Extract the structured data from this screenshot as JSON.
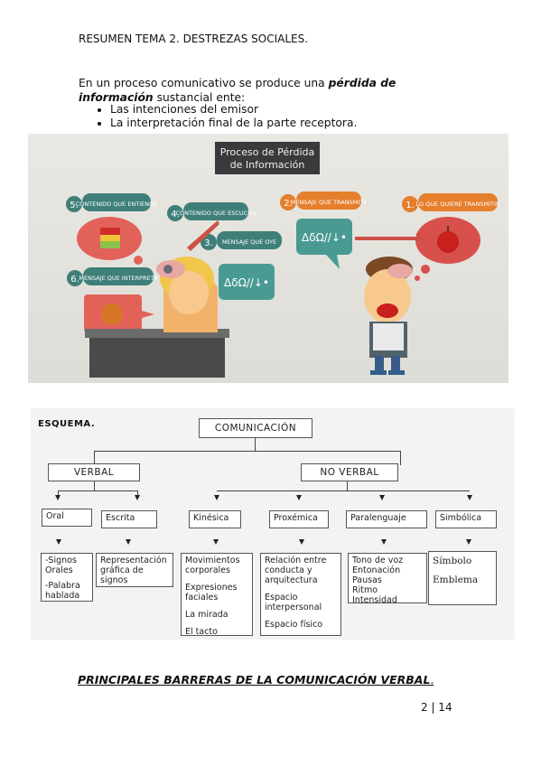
{
  "header": {
    "title": "RESUMEN TEMA 2. DESTREZAS SOCIALES."
  },
  "intro": {
    "part1": "En un proceso comunicativo se produce una ",
    "bold": "pérdida de información",
    "part2": " sustancial ente:",
    "bullets": [
      "Las intenciones del emisor",
      "La interpretación final de la parte receptora."
    ]
  },
  "illustration": {
    "title_line1": "Proceso de Pérdida",
    "title_line2": "de Información",
    "steps": [
      {
        "num": "1.",
        "label": "LO QUE QUIERE TRANSMITIR"
      },
      {
        "num": "2.",
        "label": "MENSAJE QUE TRANSMITE"
      },
      {
        "num": "3.",
        "label": "MENSAJE QUE OYE"
      },
      {
        "num": "4.",
        "label": "CONTENIDO QUE ESCUCHA"
      },
      {
        "num": "5.",
        "label": "CONTENIDO QUE ENTIENDE"
      },
      {
        "num": "6.",
        "label": "MENSAJE QUE INTERPRETA"
      }
    ],
    "symbols": "ΔδΩ//↓•"
  },
  "schema": {
    "title": "ESQUEMA.",
    "root": "COMUNICACIÓN",
    "verbal": "VERBAL",
    "noverbal": "NO VERBAL",
    "oral": "Oral",
    "escrita": "Escrita",
    "kinesica": "Kinésica",
    "proxemica": "Proxémica",
    "paralenguaje": "Paralenguaje",
    "simbolica": "Simbólica",
    "oral_items": [
      "-Signos",
      "Orales",
      "",
      "-Palabra",
      "hablada"
    ],
    "escrita_items": [
      "Representación",
      "gráfica de",
      "signos"
    ],
    "kinesica_items": [
      "Movimientos",
      "corporales",
      "",
      "Expresiones",
      "faciales",
      "",
      "La mirada",
      "",
      "El tacto"
    ],
    "proxemica_items": [
      "Relación entre",
      "conducta y",
      "arquitectura",
      "",
      "Espacio",
      "interpersonal",
      "",
      "Espacio físico"
    ],
    "paralenguaje_items": [
      "Tono de voz",
      "Entonación",
      "Pausas",
      "Ritmo",
      "Intensidad"
    ],
    "simbolica_items": [
      "Símbolo",
      "",
      "Emblema"
    ]
  },
  "section_title": "PRINCIPALES BARRERAS DE LA COMUNICACIÓN VERBAL",
  "section_title_end": ".",
  "page_number": "2 | 14"
}
